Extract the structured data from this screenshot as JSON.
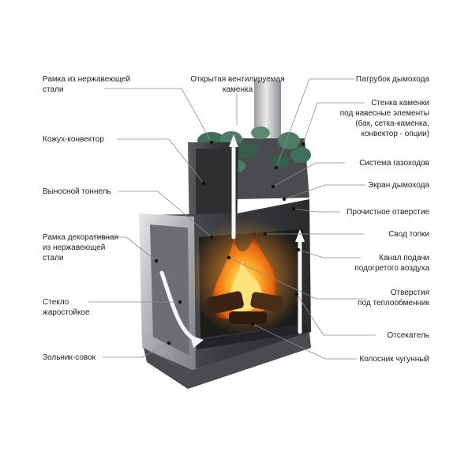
{
  "diagram": {
    "labels_left": {
      "frame_steel": "Рамка из нержавеющей\nстали",
      "casing_convector": "Кожух-конвектор",
      "remote_tunnel": "Выносной тоннель",
      "decorative_frame": "Рамка декоративная\nиз нержавеющей\nстали",
      "glass": "Стекло\nжаростойкое",
      "ash_pan": "Зольник-совок"
    },
    "labels_top": {
      "open_heater": "Открытая вентилируемая\nкаменка",
      "chimney_pipe": "Патрубок дымохода"
    },
    "labels_right": {
      "heater_wall": "Стенка каменки\nпод навесные элементы\n(бак, сетка-каменка,\nконвектор - опции)",
      "gas_system": "Система газоходов",
      "chimney_screen": "Экран дымохода",
      "cleaning_hole": "Прочистное отверстие",
      "firebox_vault": "Свод топки",
      "air_channel": "Канал подачи\nподогретого воздуха",
      "exchanger_holes": "Отверстия\nпод теплообменник",
      "cutoff": "Отсекатель",
      "grate": "Колосник чугунный"
    },
    "colors": {
      "body_dark": "#3a3b3e",
      "body_mid": "#6a6c70",
      "steel_light": "#c9cbce",
      "stone": "#3f6f5a",
      "flame": "#f08a14",
      "flame_core": "#ffe27a",
      "text": "#222222",
      "leader": "#8a8a8a"
    }
  }
}
